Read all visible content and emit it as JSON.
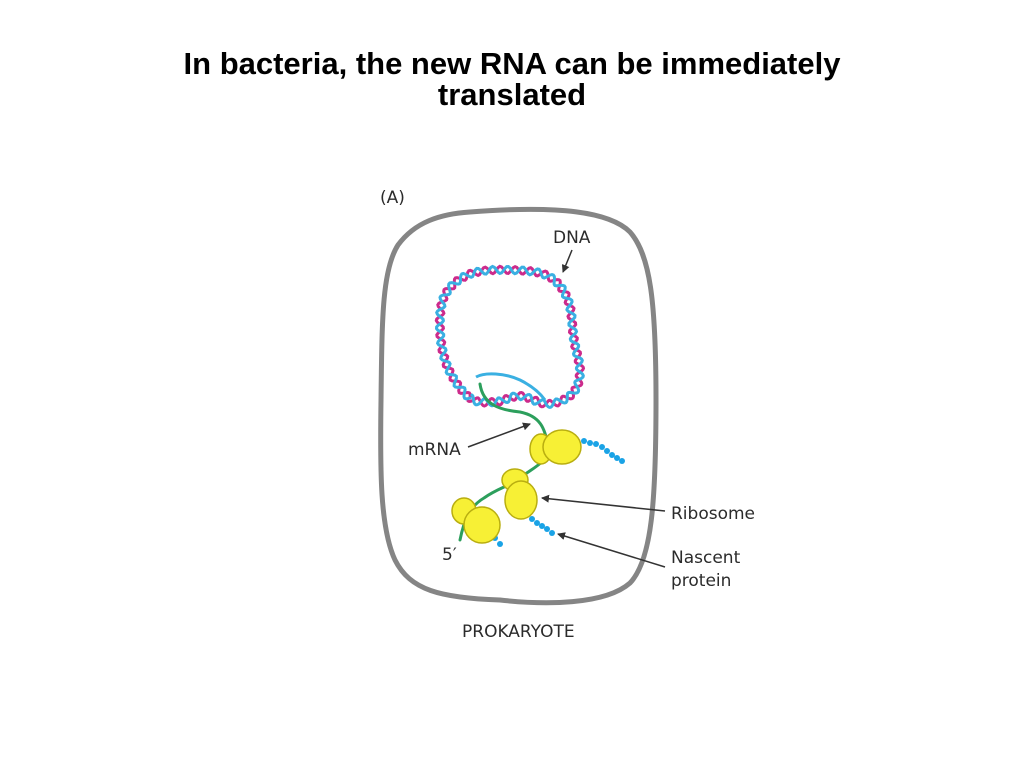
{
  "slide": {
    "title_line1": "In bacteria, the new RNA can be immediately",
    "title_line2": "translated"
  },
  "figure": {
    "panel": "(A)",
    "cell_label": "PROKARYOTE",
    "labels": {
      "dna": "DNA",
      "mrna": "mRNA",
      "ribosome": "Ribosome",
      "nascent_line1": "Nascent",
      "nascent_line2": "protein",
      "five_prime": "5′"
    }
  },
  "colors": {
    "cell_wall": "#858585",
    "dna_strand_a": "#cc2b8c",
    "dna_strand_b": "#3ab0e2",
    "mrna": "#2c9f5c",
    "ribosome_fill": "#f7f035",
    "ribosome_edge": "#b9ae10",
    "protein": "#1aa3e6"
  }
}
